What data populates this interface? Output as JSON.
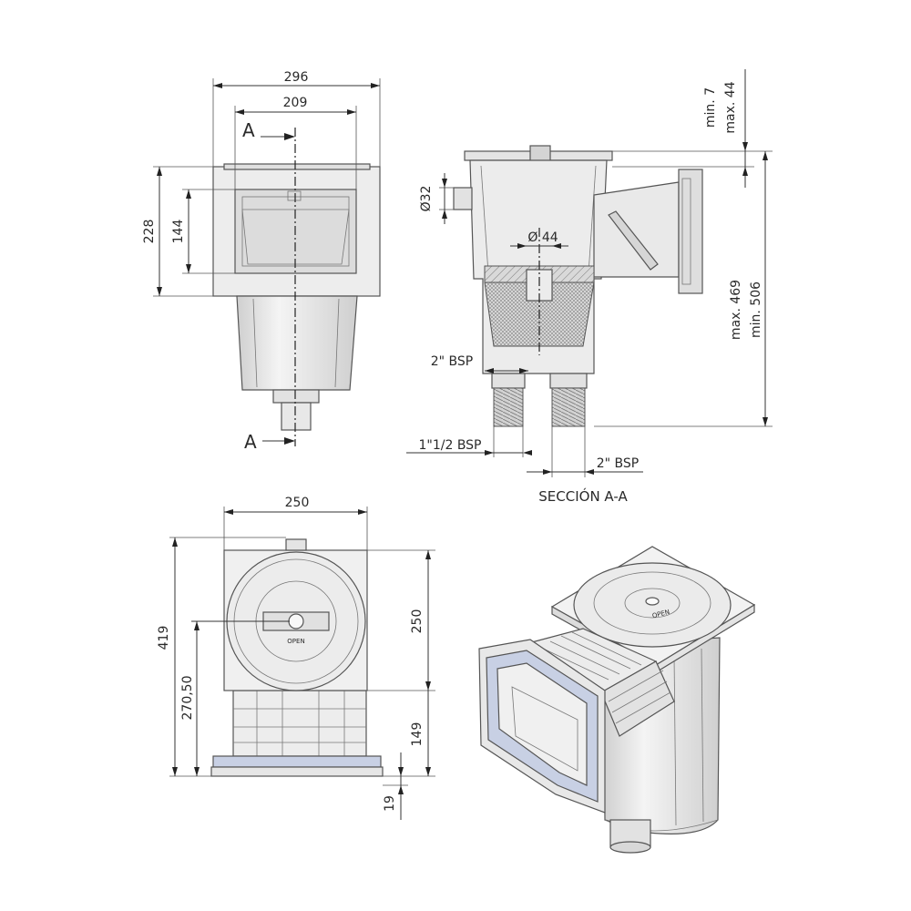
{
  "front_view": {
    "width_outer": "296",
    "width_mouth": "209",
    "height_face": "228",
    "height_mouth": "144",
    "section_mark_top": "A",
    "section_mark_bottom": "A"
  },
  "section_view": {
    "title": "SECCIÓN A-A",
    "pipe_diameter": "Ø32",
    "basket_diameter": "Ø 44",
    "bsp_2_upper": "2\" BSP",
    "bsp_1_5": "1\"1/2 BSP",
    "bsp_2_lower": "2\" BSP",
    "lid_min": "min. 7",
    "lid_max": "max. 44",
    "height_max": "max. 469",
    "height_min": "min. 506"
  },
  "top_view": {
    "width": "250",
    "height_total": "419",
    "height_lid": "250",
    "height_axis": "270,50",
    "height_base": "149",
    "flange": "19",
    "lid_label": "OPEN"
  },
  "iso_view": {
    "lid_label": "OPEN"
  },
  "colors": {
    "body": "#e6e6e6",
    "body_light": "#f2f2f2",
    "gasket": "#c8d0e4",
    "line": "#555555"
  }
}
